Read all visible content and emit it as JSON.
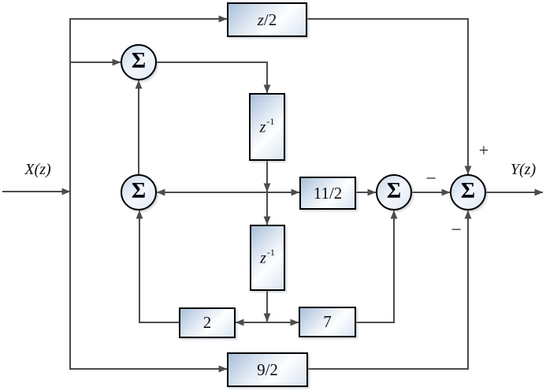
{
  "io": {
    "input_label": "X(z)",
    "output_label": "Y(z)"
  },
  "blocks": {
    "z_half": {
      "base": "z",
      "suffix": "/2"
    },
    "delay1": {
      "base": "z",
      "exp": "-1"
    },
    "delay2": {
      "base": "z",
      "exp": "-1"
    },
    "eleven_half": {
      "label": "11/2"
    },
    "two": {
      "label": "2"
    },
    "seven": {
      "label": "7"
    },
    "nine_half": {
      "label": "9/2"
    }
  },
  "summers": {
    "sum1": {
      "label": "Σ"
    },
    "sum2": {
      "label": "Σ"
    },
    "sum3": {
      "label": "Σ"
    },
    "sum4": {
      "label": "Σ"
    }
  },
  "signs": {
    "plus_top": "+",
    "minus_mid": "−",
    "minus_bottom": "−"
  },
  "colors": {
    "wire": "#4c4c4c",
    "block_border": "#000000",
    "block_fill_dark": "#a9bfd8",
    "block_fill_light": "#ffffff",
    "block_fill_tint": "#d9e4f1",
    "background": "#ffffff"
  }
}
